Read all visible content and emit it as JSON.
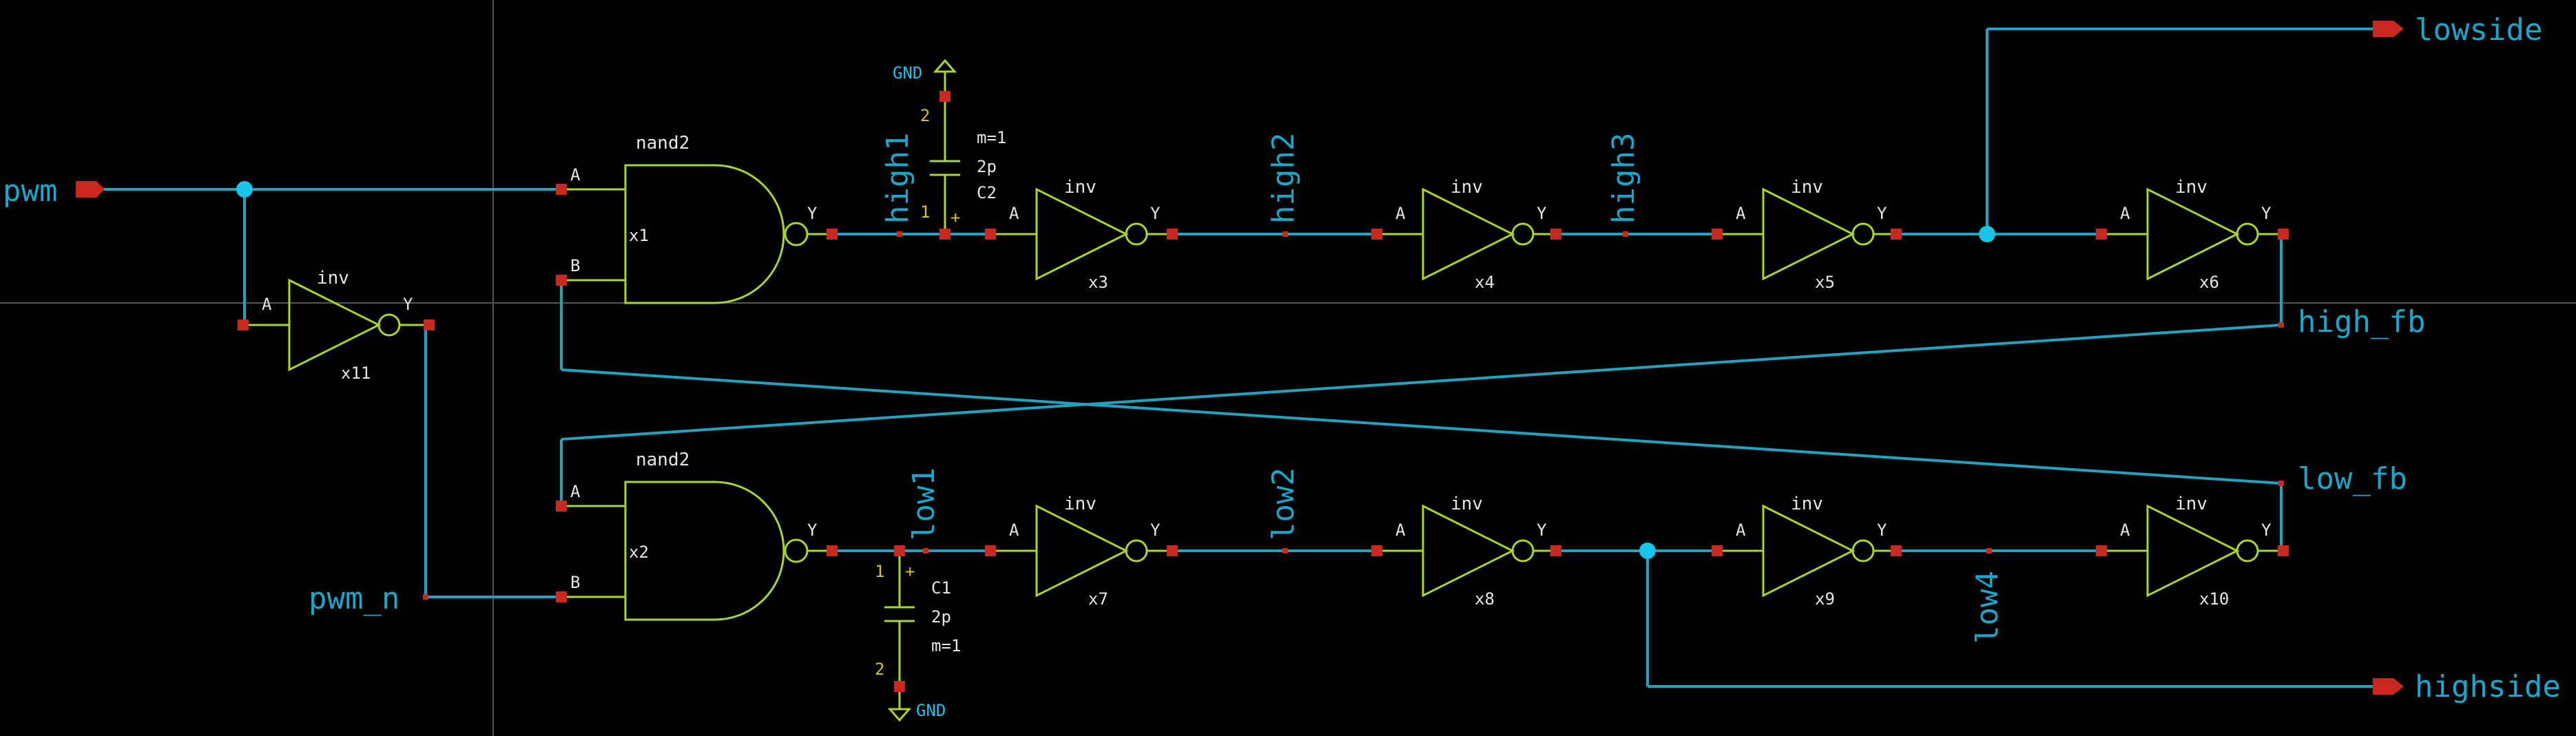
{
  "symbols": {
    "inv": "inv",
    "nand2": "nand2",
    "pin_a": "A",
    "pin_b": "B",
    "pin_y": "Y"
  },
  "instances": {
    "x1": "x1",
    "x2": "x2",
    "x3": "x3",
    "x4": "x4",
    "x5": "x5",
    "x6": "x6",
    "x7": "x7",
    "x8": "x8",
    "x9": "x9",
    "x10": "x10",
    "x11": "x11"
  },
  "capacitors": {
    "c2": {
      "name": "C2",
      "value": "2p",
      "m": "m=1",
      "pin1": "1",
      "pin2": "2",
      "plus": "+"
    },
    "c1": {
      "name": "C1",
      "value": "2p",
      "m": "m=1",
      "pin1": "1",
      "pin2": "2",
      "plus": "+"
    }
  },
  "power": {
    "gnd": "GND"
  },
  "nets": {
    "pwm": "pwm",
    "pwm_n": "pwm_n",
    "high1": "high1",
    "high2": "high2",
    "high3": "high3",
    "low1": "low1",
    "low2": "low2",
    "low4": "low4",
    "high_fb": "high_fb",
    "low_fb": "low_fb",
    "lowside": "lowside",
    "highside": "highside"
  },
  "colors": {
    "background": "#000000",
    "wire": "#1fa3bf",
    "symbol": "#a8d62a",
    "pin": "#c8281e",
    "net_label": "#19a8cc",
    "pin_number": "#d9c21a"
  }
}
